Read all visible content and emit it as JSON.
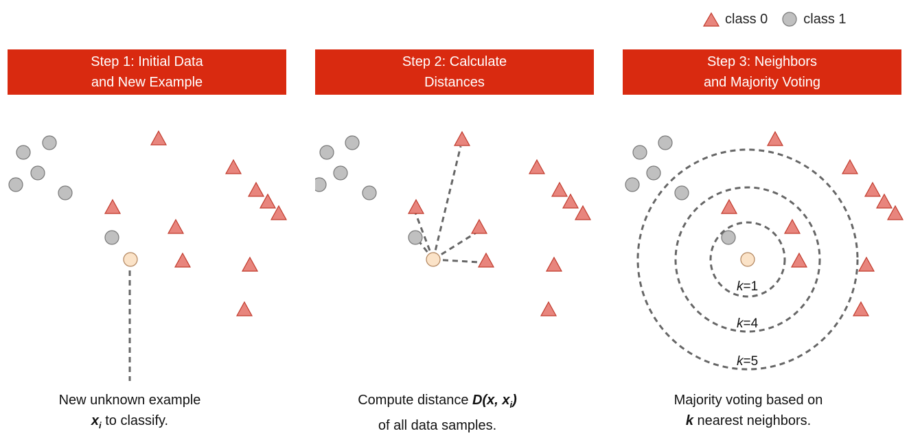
{
  "legend": {
    "class0": {
      "label": "class 0",
      "color": "#e8857d",
      "stroke": "#c0392b",
      "shape": "triangle-icon"
    },
    "class1": {
      "label": "class 1",
      "color": "#c0c0c0",
      "stroke": "#777777",
      "shape": "circle-icon"
    },
    "query_color": "#fbe3c8",
    "header_color": "#d92a10"
  },
  "panels": [
    {
      "title_line1": "Step 1: Initial Data",
      "title_line2": "and New Example",
      "caption_line1": "New unknown example",
      "caption_var": "x",
      "caption_sub": "i",
      "caption_rest": " to classify."
    },
    {
      "title_line1": "Step 2: Calculate",
      "title_line2": "Distances",
      "caption_pre": "Compute distance ",
      "caption_formula": "D(x, x",
      "caption_sub": "i",
      "caption_close": ")",
      "caption_line2": "of all data samples."
    },
    {
      "title_line1": "Step 3: Neighbors",
      "title_line2": "and Majority Voting",
      "caption_line1": "Majority voting based on",
      "caption_k": "k",
      "caption_rest": " nearest neighbors.",
      "k_labels": [
        {
          "k": "k",
          "value": "=1"
        },
        {
          "k": "k",
          "value": "=4"
        },
        {
          "k": "k",
          "value": "=5"
        }
      ]
    }
  ]
}
